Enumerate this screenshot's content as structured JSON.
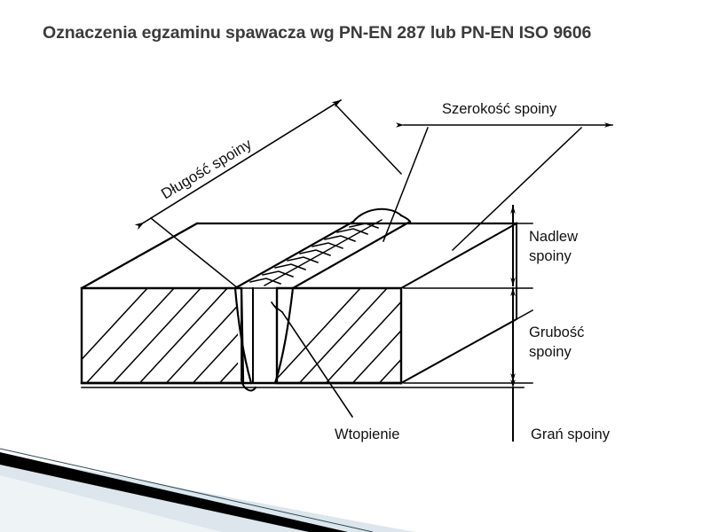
{
  "slide": {
    "title": "Oznaczenia egzaminu spawacza wg PN-EN 287 lub PN-EN ISO 9606",
    "title_color": "#3b3b3b",
    "background_color": "#ffffff"
  },
  "diagram": {
    "kind": "technical-drawing",
    "subject": "weld joint cross-section (isometric cutaway of butt weld in two plates)",
    "line_color": "#000000",
    "labels": {
      "length": "Długość spoiny",
      "width": "Szerokość spoiny",
      "reinforcement_line1": "Nadlew",
      "reinforcement_line2": "spoiny",
      "thickness_line1": "Grubość",
      "thickness_line2": "spoiny",
      "penetration": "Wtopienie",
      "root": "Grań spoiny"
    }
  },
  "decoration": {
    "band_light": "#dce6ec",
    "band_pale": "#eef3f6",
    "wedge_dark": "#000000",
    "hairline": "#2a4a52"
  }
}
